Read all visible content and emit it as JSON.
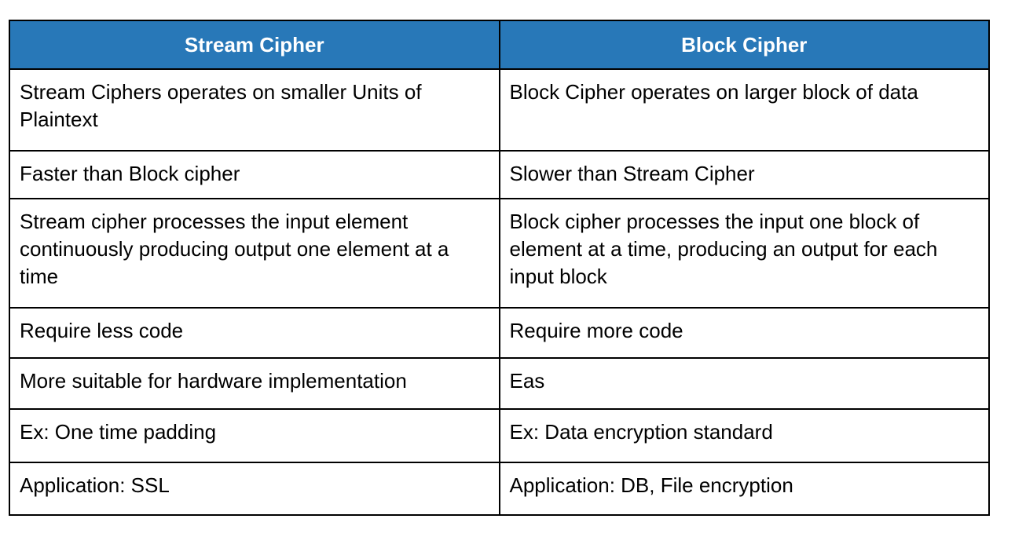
{
  "table": {
    "colors": {
      "header_bg": "#2878b8",
      "header_text": "#ffffff",
      "border": "#000000",
      "cell_text": "#000000"
    },
    "headers": [
      {
        "label": "Stream Cipher"
      },
      {
        "label": "Block Cipher"
      }
    ],
    "rows": [
      {
        "stream": "Stream Ciphers operates on smaller Units of Plaintext",
        "block": "Block Cipher operates on larger block of data"
      },
      {
        "stream": "Faster than Block cipher",
        "block": "Slower than Stream Cipher"
      },
      {
        "stream": "Stream cipher processes the input element continuously producing output one element at a time",
        "block": "Block cipher processes the input one block of element at a time, producing an output for each input block"
      },
      {
        "stream": "Require less code",
        "block": "Require more code"
      },
      {
        "stream": "More suitable for hardware implementation",
        "block": "Eas"
      },
      {
        "stream": "Ex: One time padding",
        "block": "Ex: Data encryption standard"
      },
      {
        "stream": "Application: SSL",
        "block": "Application: DB, File encryption"
      }
    ]
  }
}
